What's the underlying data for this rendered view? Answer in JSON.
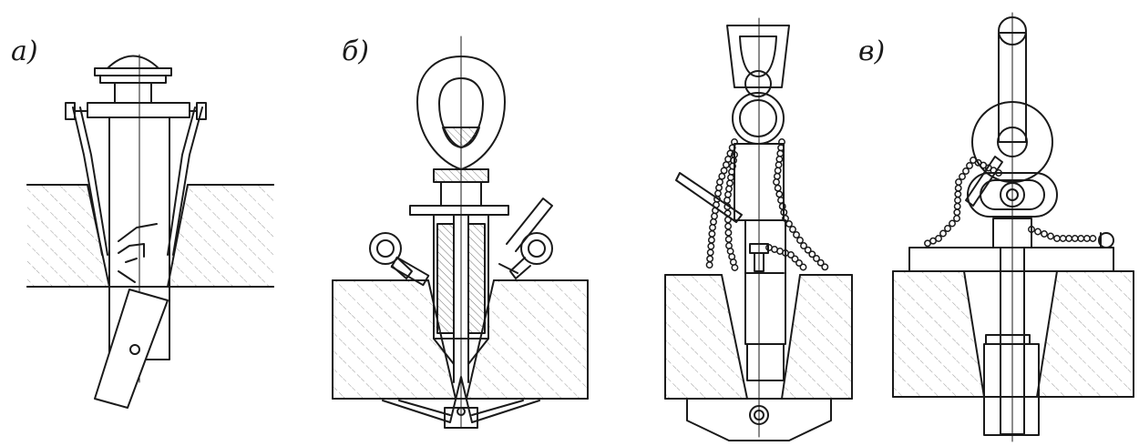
{
  "labels": {
    "a": "а)",
    "b": "б)",
    "v": "в)"
  },
  "colors": {
    "line": "#1a1a1a",
    "hatch": "#9a9a9a",
    "background": "#ffffff"
  }
}
